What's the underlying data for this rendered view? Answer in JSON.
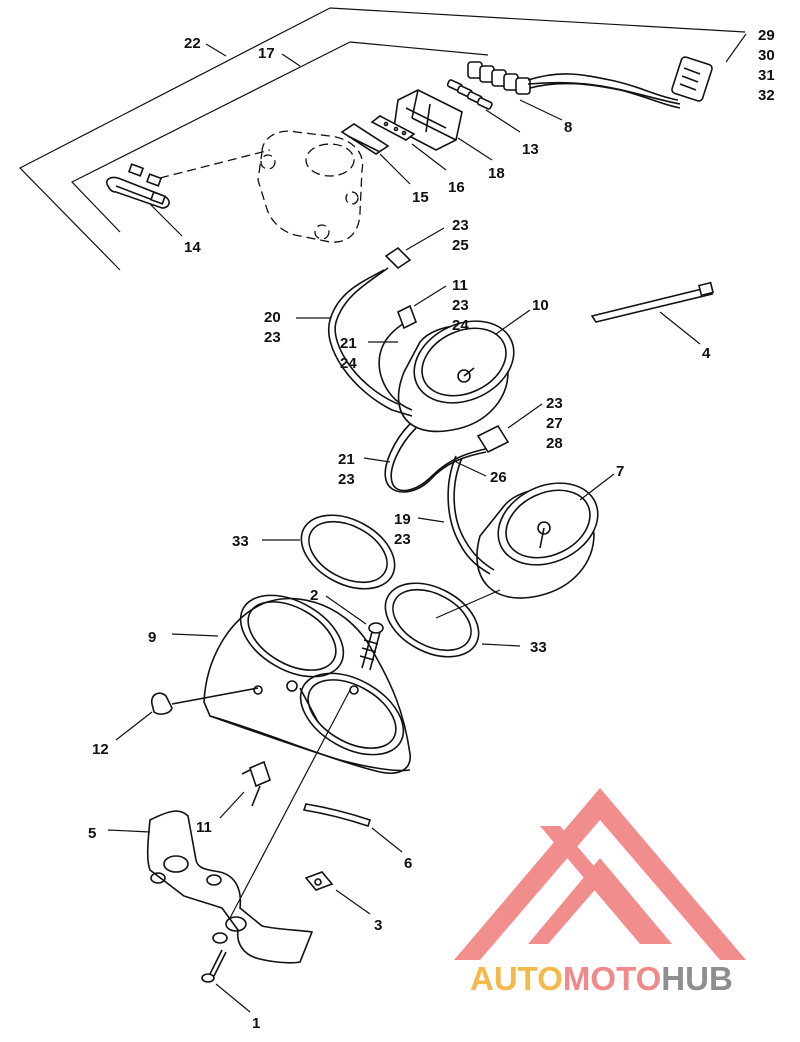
{
  "callouts": [
    {
      "id": "22",
      "text": "22"
    },
    {
      "id": "17",
      "text": "17"
    },
    {
      "id": "29",
      "text": "29"
    },
    {
      "id": "30",
      "text": "30"
    },
    {
      "id": "31",
      "text": "31"
    },
    {
      "id": "32",
      "text": "32"
    },
    {
      "id": "8",
      "text": "8"
    },
    {
      "id": "13",
      "text": "13"
    },
    {
      "id": "18",
      "text": "18"
    },
    {
      "id": "16",
      "text": "16"
    },
    {
      "id": "15",
      "text": "15"
    },
    {
      "id": "14",
      "text": "14"
    },
    {
      "id": "23a",
      "text": "23"
    },
    {
      "id": "25",
      "text": "25"
    },
    {
      "id": "11a",
      "text": "11"
    },
    {
      "id": "23b",
      "text": "23"
    },
    {
      "id": "24a",
      "text": "24"
    },
    {
      "id": "10",
      "text": "10"
    },
    {
      "id": "20",
      "text": "20"
    },
    {
      "id": "23c",
      "text": "23"
    },
    {
      "id": "21a",
      "text": "21"
    },
    {
      "id": "24b",
      "text": "24"
    },
    {
      "id": "4",
      "text": "4"
    },
    {
      "id": "23d",
      "text": "23"
    },
    {
      "id": "27",
      "text": "27"
    },
    {
      "id": "28",
      "text": "28"
    },
    {
      "id": "21b",
      "text": "21"
    },
    {
      "id": "23e",
      "text": "23"
    },
    {
      "id": "26",
      "text": "26"
    },
    {
      "id": "7",
      "text": "7"
    },
    {
      "id": "19",
      "text": "19"
    },
    {
      "id": "23f",
      "text": "23"
    },
    {
      "id": "33a",
      "text": "33"
    },
    {
      "id": "2",
      "text": "2"
    },
    {
      "id": "33b",
      "text": "33"
    },
    {
      "id": "9",
      "text": "9"
    },
    {
      "id": "12",
      "text": "12"
    },
    {
      "id": "11b",
      "text": "11"
    },
    {
      "id": "5",
      "text": "5"
    },
    {
      "id": "6",
      "text": "6"
    },
    {
      "id": "3",
      "text": "3"
    },
    {
      "id": "1",
      "text": "1"
    }
  ],
  "watermark": {
    "part1": "AUTO",
    "part2": "MOTO",
    "part3": "HUB",
    "color1": "#f5b84a",
    "color2": "#f08a8a",
    "color3": "#8e8e8e",
    "logo_color": "#f07a7a"
  }
}
